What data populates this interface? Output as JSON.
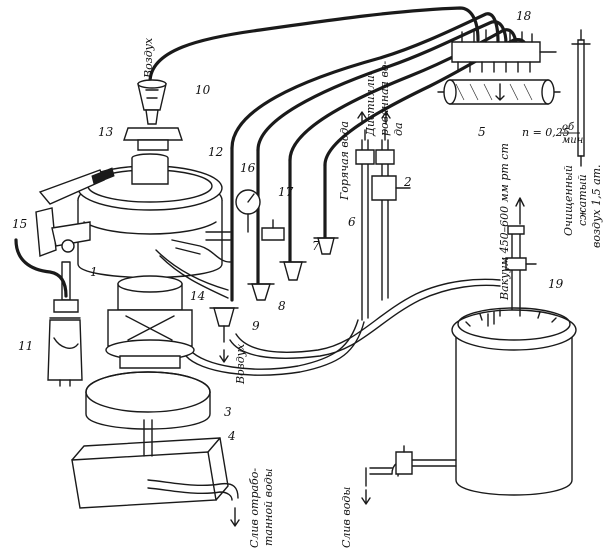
{
  "numbers": {
    "n1": "1",
    "n2": "2",
    "n3": "3",
    "n4": "4",
    "n5": "5",
    "n6": "6",
    "n7": "7",
    "n8": "8",
    "n9": "9",
    "n10": "10",
    "n11": "11",
    "n12": "12",
    "n13": "13",
    "n14": "14",
    "n15": "15",
    "n16": "16",
    "n17": "17",
    "n18": "18",
    "n19": "19"
  },
  "labels": {
    "air_top": "Воздух",
    "air_bottom": "Воздух",
    "hot_water": "Горячая вода",
    "distilled_water_1": "Дистилли-",
    "distilled_water_2": "рованная во-",
    "distilled_water_3": "да",
    "speed": "n = 0,25",
    "speed_unit_top": "об",
    "speed_unit_bottom": "мин",
    "vacuum": "Вакуум 450–600 мм рт ст",
    "compressed_air_1": "Очищенный",
    "compressed_air_2": "сжатый",
    "compressed_air_3": "воздух 1,5 ат.",
    "waste_water_1": "Слив отрабо-",
    "waste_water_2": "танной воды",
    "drain_water": "Слив воды"
  }
}
